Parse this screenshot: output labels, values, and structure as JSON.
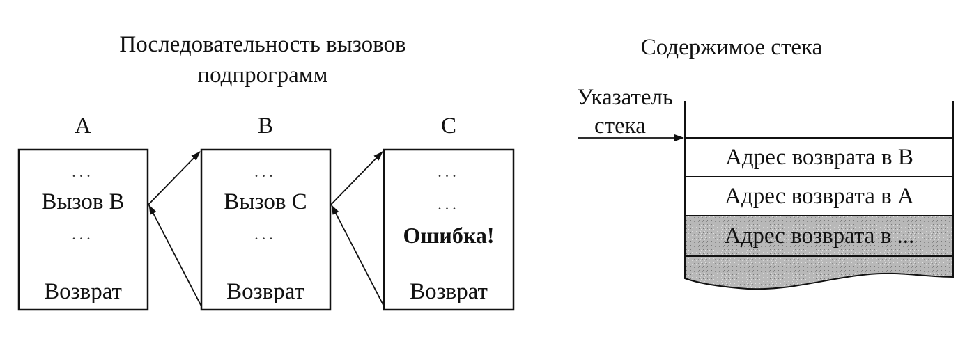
{
  "left_heading": {
    "line1": "Последовательность вызовов",
    "line2": "подпрограмм"
  },
  "right_heading": "Содержимое стека",
  "subroutines": [
    {
      "name": "A",
      "dots_top": "...",
      "call": "Вызов B",
      "dots_bottom": "...",
      "return": "Возврат"
    },
    {
      "name": "B",
      "dots_top": "...",
      "call": "Вызов C",
      "dots_bottom": "...",
      "return": "Возврат"
    },
    {
      "name": "C",
      "dots_top": "...",
      "dots_mid": "...",
      "error": "Ошибка!",
      "return": "Возврат"
    }
  ],
  "stack_pointer": {
    "line1": "Указатель",
    "line2": "стека"
  },
  "stack": {
    "cells": [
      "Адрес возврата в B",
      "Адрес возврата в A",
      "Адрес возврата в ..."
    ],
    "shaded_color": "#b8b8b8"
  }
}
